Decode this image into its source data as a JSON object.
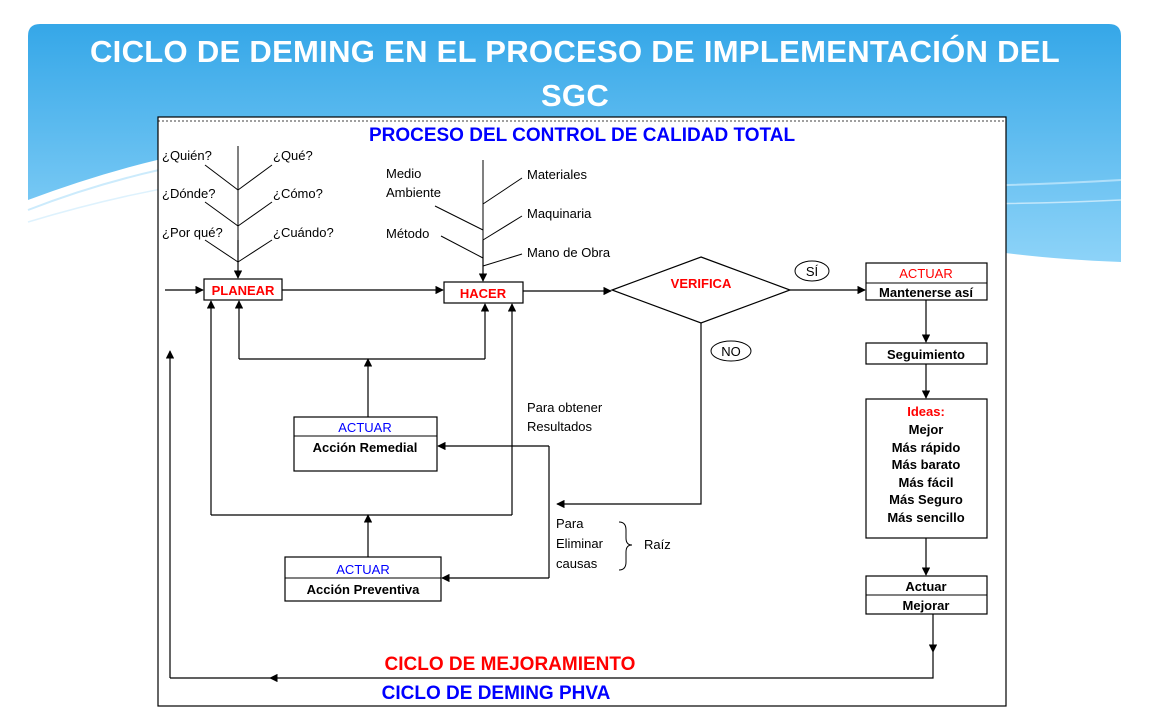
{
  "slide": {
    "title": "CICLO DE DEMING EN EL PROCESO DE IMPLEMENTACIÓN DEL SGC"
  },
  "colors": {
    "header_top": "#35a7e8",
    "header_bottom": "#8dd3f8",
    "red": "#ff0000",
    "blue": "#0000ff",
    "line": "#000000"
  },
  "diagram": {
    "title": "PROCESO DEL CONTROL DE CALIDAD TOTAL",
    "planning_questions": [
      "¿Quién?",
      "¿Qué?",
      "¿Dónde?",
      "¿Cómo?",
      "¿Por qué?",
      "¿Cuándo?"
    ],
    "factors": {
      "environment_1": "Medio",
      "environment_2": "Ambiente",
      "method": "Método",
      "materials": "Materiales",
      "machinery": "Maquinaria",
      "labor": "Mano de Obra"
    },
    "planear": "PLANEAR",
    "hacer": "HACER",
    "verifica": "VERIFICA",
    "yes": "SÍ",
    "no": "NO",
    "actuar_ok": {
      "title": "ACTUAR",
      "subtitle": "Mantenerse así"
    },
    "seguimiento": "Seguimiento",
    "ideas": {
      "title": "Ideas:",
      "items": [
        "Mejor",
        "Más rápido",
        "Más barato",
        "Más fácil",
        "Más Seguro",
        "Más sencillo"
      ]
    },
    "actuar_mejorar": {
      "title": "Actuar",
      "subtitle": "Mejorar"
    },
    "actuar_remedial": {
      "title": "ACTUAR",
      "subtitle": "Acción Remedial"
    },
    "actuar_preventiva": {
      "title": "ACTUAR",
      "subtitle": "Acción Preventiva"
    },
    "results_note": {
      "line1": "Para obtener",
      "line2": "Resultados"
    },
    "root_cause_note": {
      "line1": "Para",
      "line2": "Eliminar",
      "line3": "causas",
      "label": "Raíz"
    },
    "cycle_label_1": "CICLO DE MEJORAMIENTO",
    "cycle_label_2": "CICLO DE DEMING PHVA"
  }
}
